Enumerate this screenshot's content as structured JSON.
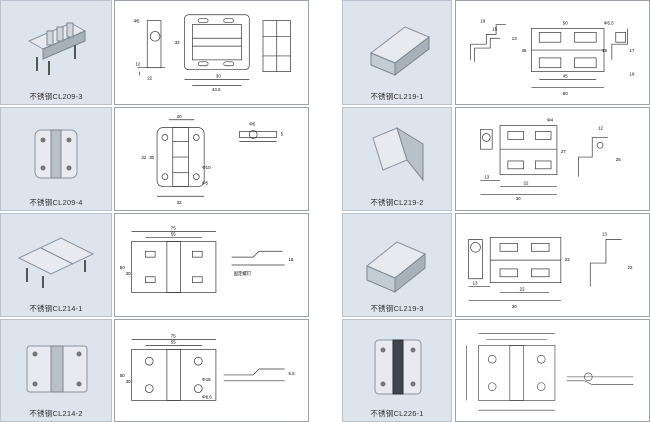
{
  "products": [
    {
      "caption": "不锈钢CL209-3",
      "dims": [
        "Φ5",
        "32",
        "22",
        "30",
        "43.5",
        "12"
      ]
    },
    {
      "caption": "不锈钢CL209-4",
      "dims": [
        "20",
        "Φ5",
        "5",
        "42",
        "30",
        "Φ10",
        "Φ5",
        "32"
      ]
    },
    {
      "caption": "不锈钢CL214-1",
      "dims": [
        "75",
        "55",
        "50",
        "30",
        "固定螺钉",
        "18"
      ]
    },
    {
      "caption": "不锈钢CL214-2",
      "dims": [
        "75",
        "55",
        "50",
        "30",
        "Φ15",
        "Φ6.6",
        "5.5"
      ]
    },
    {
      "caption": "不锈钢CL219-1",
      "dims": [
        "18",
        "15",
        "13",
        "50",
        "Φ5.5",
        "35",
        "19",
        "45",
        "60",
        "17",
        "18"
      ]
    },
    {
      "caption": "不锈钢CL219-2",
      "dims": [
        "Φ4",
        "12",
        "27",
        "25",
        "13",
        "22",
        "30"
      ]
    },
    {
      "caption": "不锈钢CL219-3",
      "dims": [
        "13",
        "22",
        "22",
        "13",
        "22",
        "30"
      ]
    },
    {
      "caption": "不锈钢CL226-1",
      "dims": []
    }
  ]
}
